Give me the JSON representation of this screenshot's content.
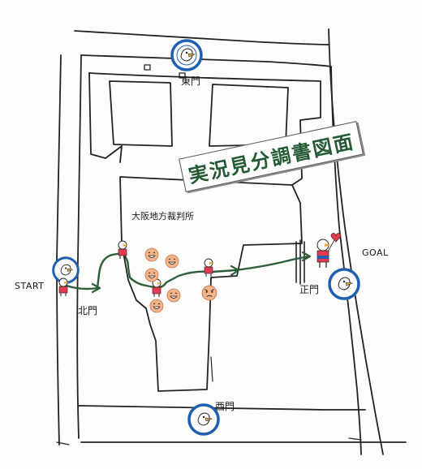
{
  "title": "実況見分調書図面",
  "gates": {
    "east": "東門",
    "north": "北門",
    "main": "正門",
    "west": "西門"
  },
  "building": "大阪地方裁判所",
  "start_label": "START",
  "goal_label": "GOAL",
  "colors": {
    "route": "#2e5e3a",
    "outline": "#222222",
    "title": "#245a33",
    "emblem": "#1f5fb0",
    "face": "#f3b48a",
    "balloon": "#e23b4f"
  },
  "icons": {
    "emblem": "mascot-emblem-icon",
    "mascot": "mascot-character-icon",
    "crowd_face": "smiling-face-icon",
    "angry_face": "angry-face-icon",
    "balloon": "heart-balloon-icon"
  }
}
